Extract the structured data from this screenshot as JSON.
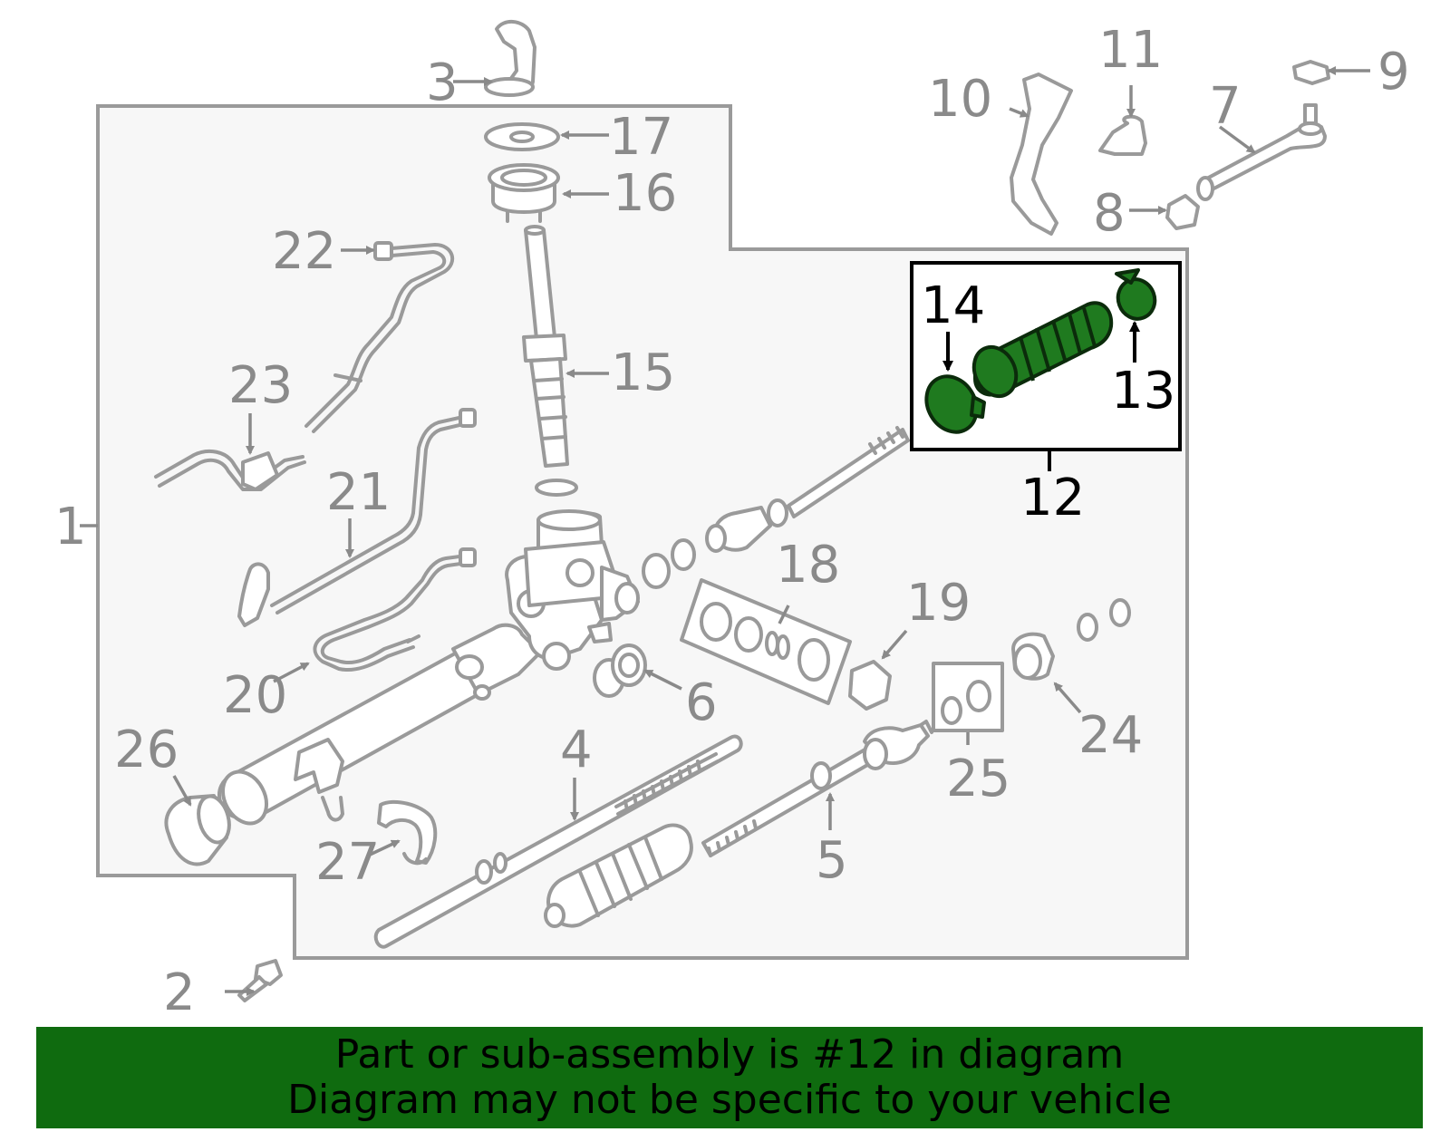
{
  "labels": {
    "l1": "1",
    "l2": "2",
    "l3": "3",
    "l4": "4",
    "l5": "5",
    "l6": "6",
    "l7": "7",
    "l8": "8",
    "l9": "9",
    "l10": "10",
    "l11": "11",
    "l12": "12",
    "l13": "13",
    "l14": "14",
    "l15": "15",
    "l16": "16",
    "l17": "17",
    "l18": "18",
    "l19": "19",
    "l20": "20",
    "l21": "21",
    "l22": "22",
    "l23": "23",
    "l24": "24",
    "l25": "25",
    "l26": "26",
    "l27": "27"
  },
  "highlight": {
    "part_number": "12",
    "color": "#1f7a1f"
  },
  "banner": {
    "line1": "Part or sub-assembly is #12 in diagram",
    "line2": "Diagram may not be specific to your vehicle",
    "background": "#0f6b0f"
  }
}
